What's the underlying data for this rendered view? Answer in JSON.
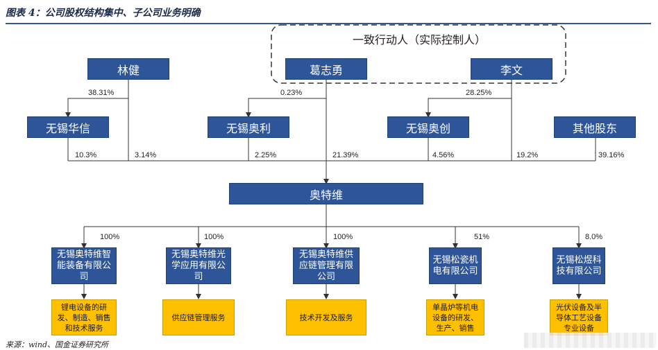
{
  "title": "图表 4：公司股权结构集中、子公司业务明确",
  "control_group": "一致行动人（实际控制人）",
  "shareholders": {
    "lin": "林健",
    "ge": "葛志勇",
    "li": "李文",
    "huaxin": "无锡华信",
    "aoli": "无锡奥利",
    "aochuang": "无锡奥创",
    "other": "其他股东"
  },
  "company": "奥特维",
  "percentages": {
    "lin_huaxin": "38.31%",
    "ge_aoli": "0.23%",
    "li_aochuang": "28.25%",
    "huaxin": "10.3%",
    "lin": "3.14%",
    "aoli": "2.25%",
    "ge": "21.39%",
    "aochuang": "4.56%",
    "li": "19.2%",
    "other": "39.16%"
  },
  "subsidiaries": [
    {
      "name": "无锡奥特维智能装备有限公司",
      "pct": "100%",
      "service": "锂电设备的研发、制造、销售和技术服务"
    },
    {
      "name": "无锡奥特维光学应用有限公司",
      "pct": "100%",
      "service": "供应链管理服务"
    },
    {
      "name": "无锡奥特维供应链管理有限公司",
      "pct": "100%",
      "service": "技术开发及服务"
    },
    {
      "name": "无锡松瓷机电有限公司",
      "pct": "51%",
      "service": "单晶炉等机电设备的研发、生产、销售"
    },
    {
      "name": "无锡松煜科技有限公司",
      "pct": "8.0%",
      "service": "光伏设备及半导体工艺设备专业设备"
    }
  ],
  "source": "来源：wind、国金证券研究所"
}
